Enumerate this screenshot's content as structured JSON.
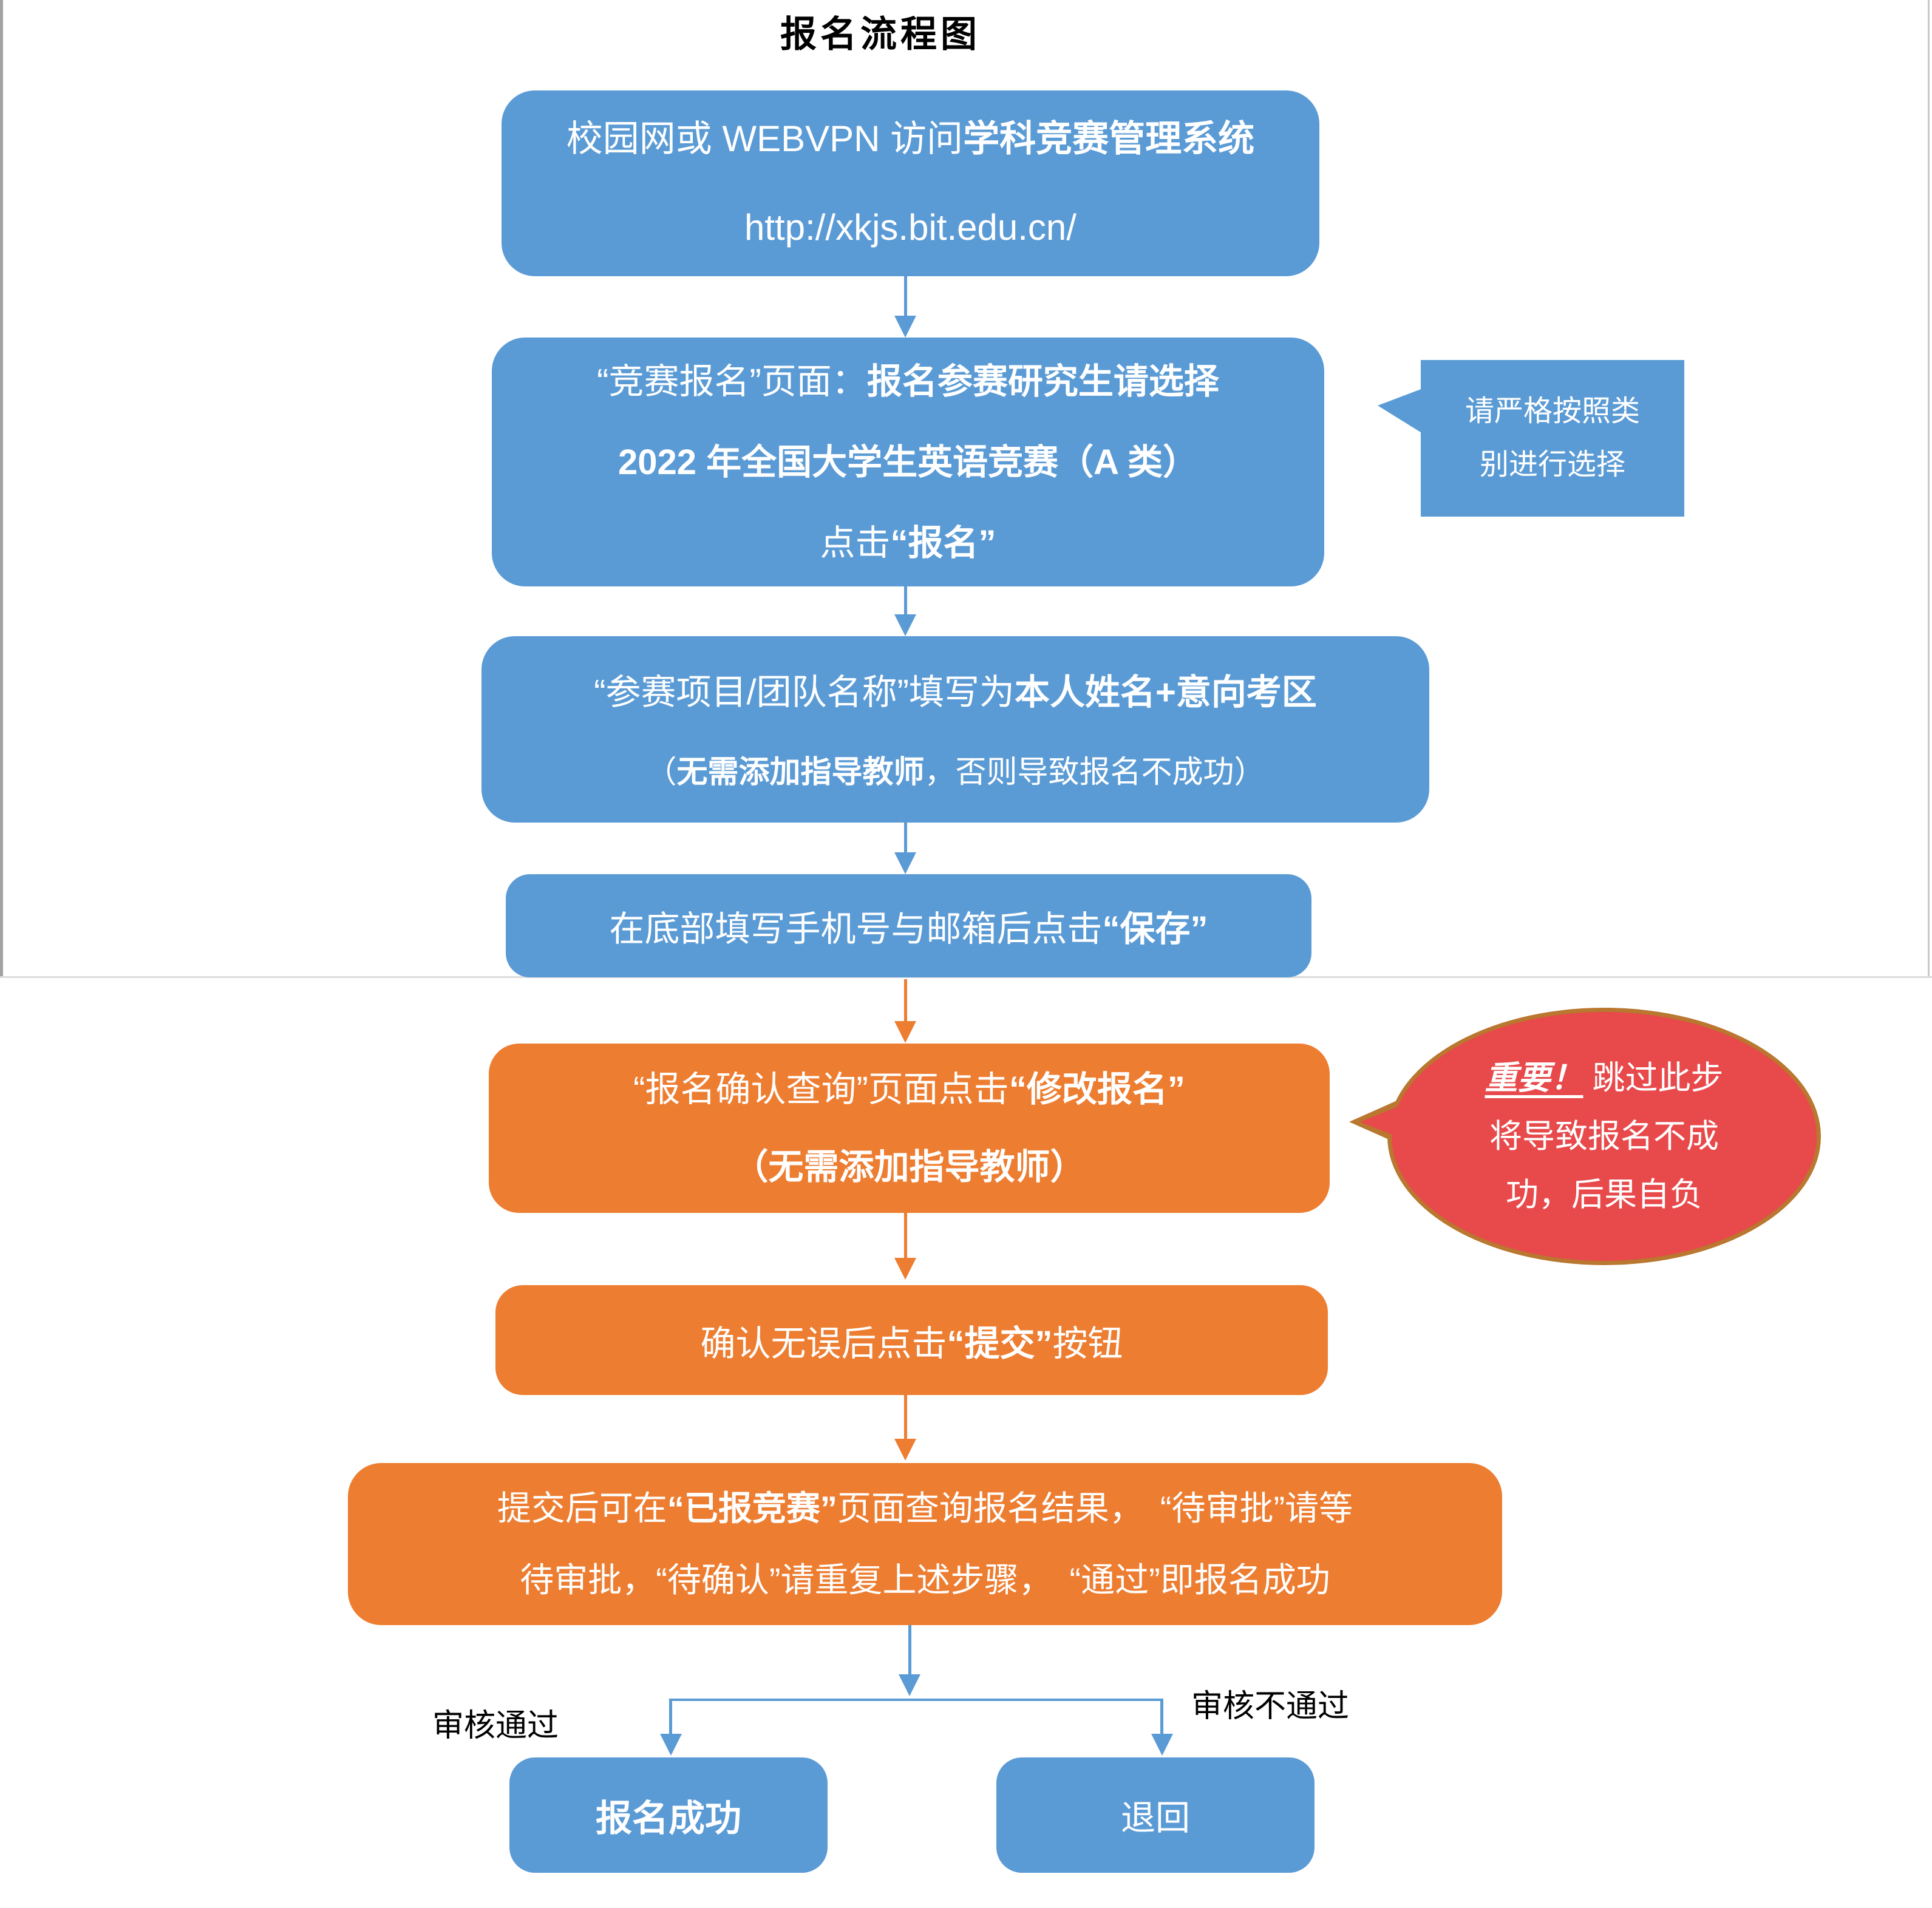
{
  "title": "报名流程图",
  "colors": {
    "box_blue": "#5B9BD5",
    "box_orange": "#ED7D31",
    "bubble_red": "#E8494B",
    "bubble_border_brown": "#B9772F",
    "text_white": "#ffffff",
    "text_black": "#000000",
    "page_line_gray": "#dcdcdc"
  },
  "nodes": {
    "step_access": {
      "lines": [
        [
          {
            "text": "校园网或 WEBVPN 访问"
          },
          {
            "text": "学科竞赛管理系统",
            "bold": true
          }
        ],
        [
          {
            "text": "http://xkjs.bit.edu.cn/"
          }
        ]
      ]
    },
    "step_register": {
      "lines": [
        [
          {
            "text": "“竞赛报名”页面："
          },
          {
            "text": "报名参赛研究生请选择",
            "bold": true
          }
        ],
        [
          {
            "text": "2022 年全国大学生英语竞赛（A 类）",
            "bold": true
          }
        ],
        [
          {
            "text": "点击"
          },
          {
            "text": "“报名”",
            "bold": true
          }
        ]
      ]
    },
    "note_category": {
      "lines": [
        "请严格按照类",
        "别进行选择"
      ]
    },
    "step_team_name": {
      "lines": [
        [
          {
            "text": "“参赛项目/团队名称”填写为"
          },
          {
            "text": "本人姓名+意向考区",
            "bold": true
          }
        ],
        [
          {
            "text": "（"
          },
          {
            "text": "无需添加指导教师",
            "bold": true
          },
          {
            "text": "，否则导致报名不成功）"
          }
        ]
      ]
    },
    "step_save": {
      "lines": [
        [
          {
            "text": "在底部填写手机号与邮箱后点击"
          },
          {
            "text": "“保存”",
            "bold": true
          }
        ]
      ]
    },
    "step_modify": {
      "lines": [
        [
          {
            "text": "“报名确认查询”页面点击"
          },
          {
            "text": "“修改报名”",
            "bold": true
          }
        ],
        [
          {
            "text": "（无需添加指导教师）",
            "bold": true
          }
        ]
      ]
    },
    "note_important": {
      "lines": [
        [
          {
            "text": "重要！",
            "bold": true,
            "italic": true,
            "underline": true
          },
          {
            "text": " 跳过此步"
          }
        ],
        [
          {
            "text": "将导致报名不成"
          }
        ],
        [
          {
            "text": "功，后果自负"
          }
        ]
      ]
    },
    "step_submit": {
      "lines": [
        [
          {
            "text": "确认无误后点击"
          },
          {
            "text": "“提交”",
            "bold": true
          },
          {
            "text": "按钮"
          }
        ]
      ]
    },
    "step_query_result": {
      "lines": [
        [
          {
            "text": "提交后可在"
          },
          {
            "text": "“已报竞赛”",
            "bold": true
          },
          {
            "text": "页面查询报名结果，　“待审批”请等"
          }
        ],
        [
          {
            "text": "待审批，“待确认”请重复上述步骤，　“通过”即报名成功"
          }
        ]
      ]
    }
  },
  "branch": {
    "label_pass": "审核通过",
    "label_fail": "审核不通过",
    "result_success": "报名成功",
    "result_return": "退回"
  }
}
